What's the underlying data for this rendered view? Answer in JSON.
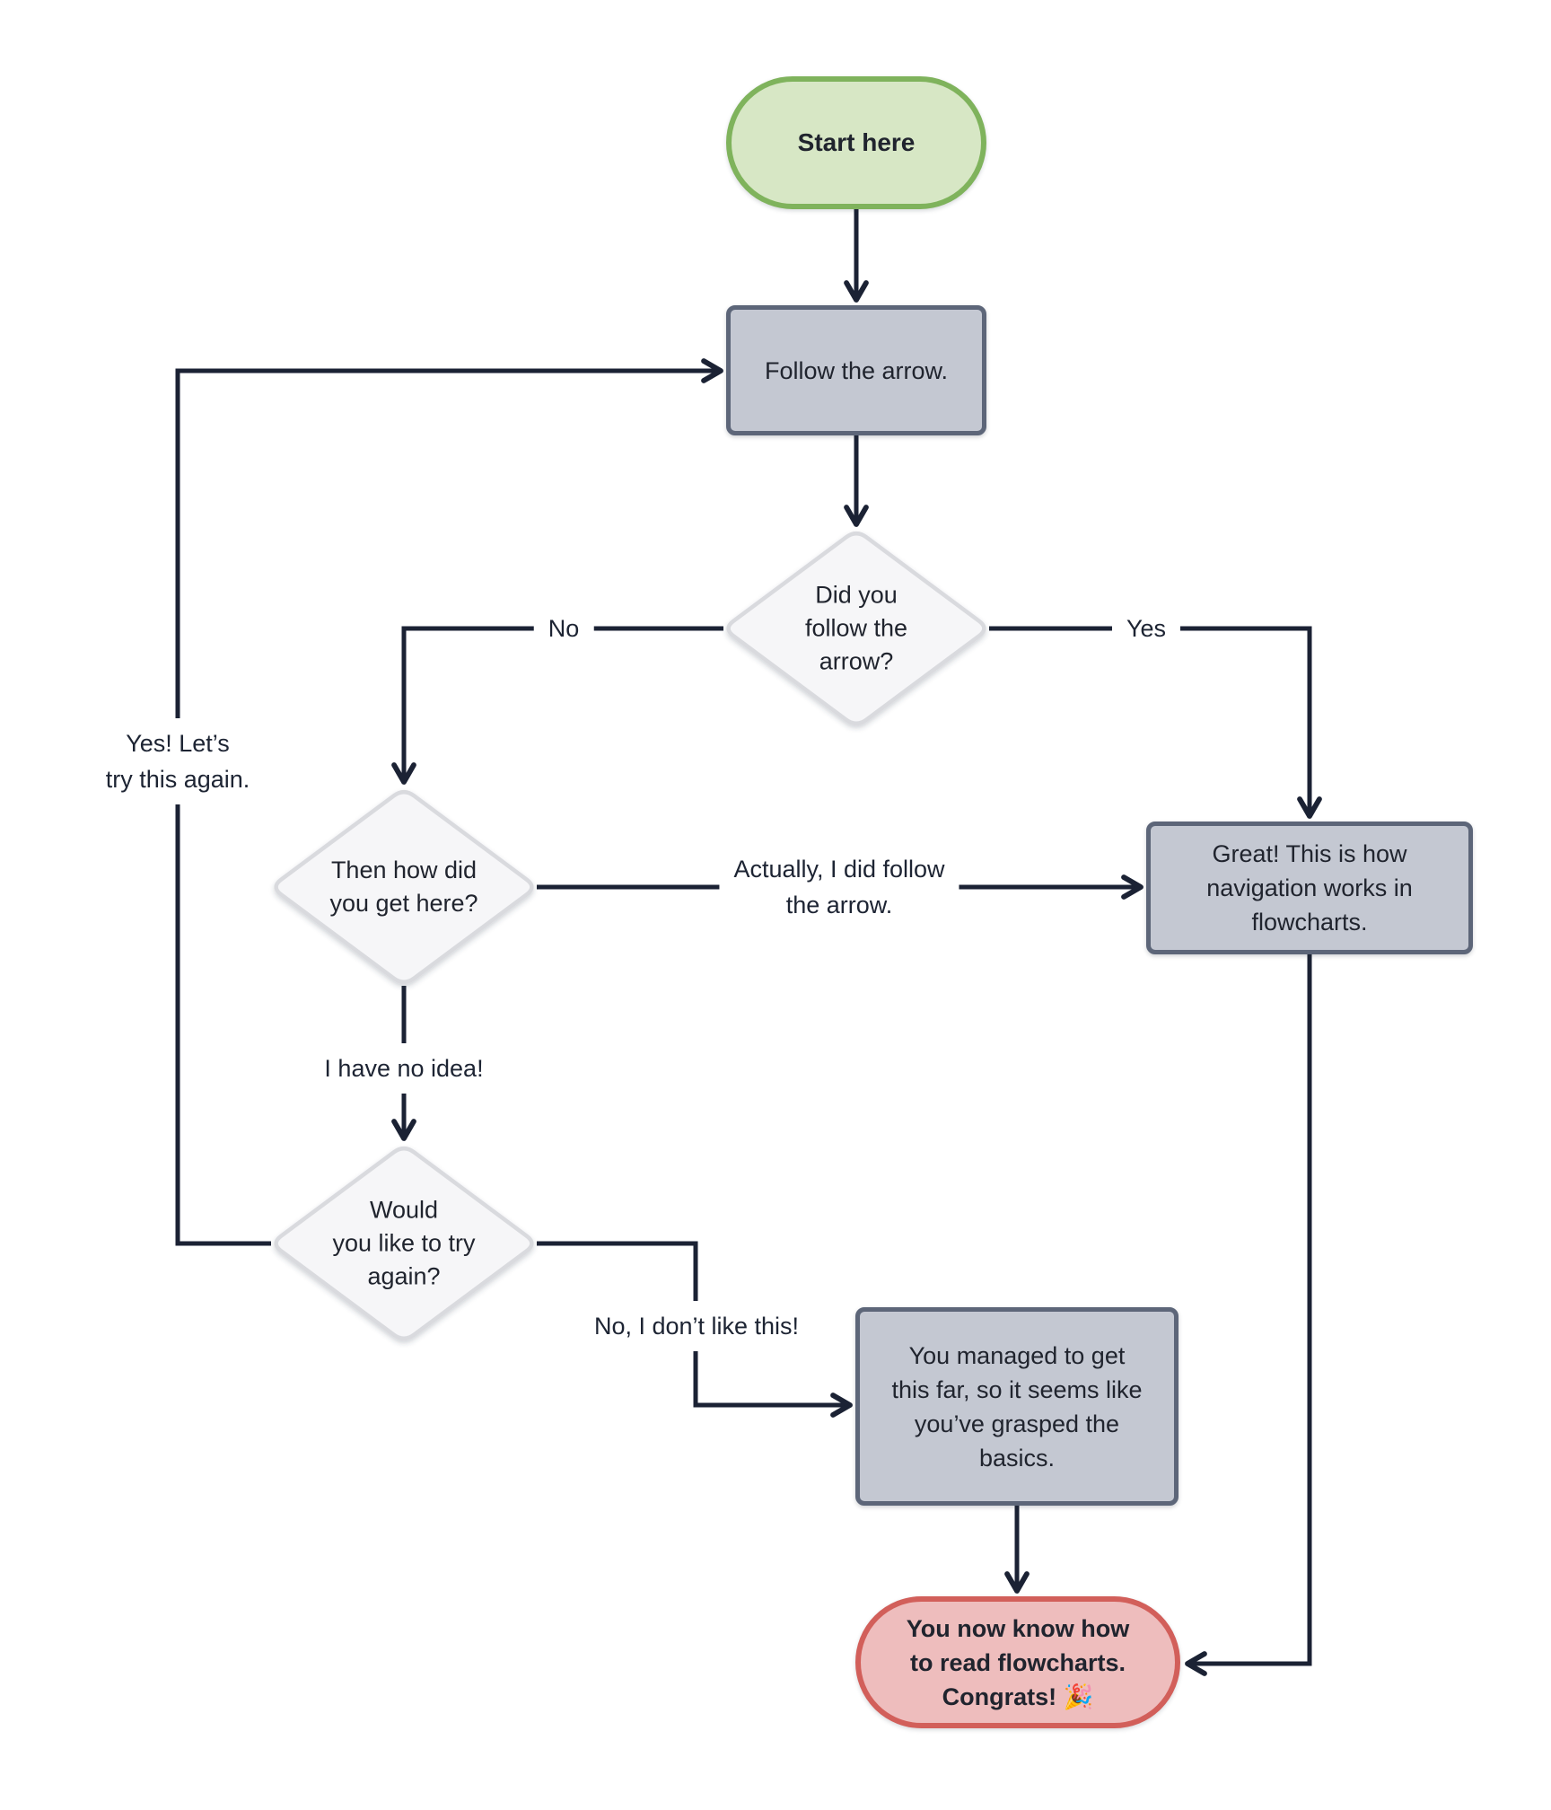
{
  "flowchart": {
    "nodes": {
      "start": {
        "type": "terminator",
        "label": "Start here"
      },
      "follow_arrow": {
        "type": "process",
        "label": "Follow the arrow."
      },
      "did_you_follow": {
        "type": "decision",
        "label": [
          "Did you",
          "follow the",
          "arrow?"
        ]
      },
      "then_how": {
        "type": "decision",
        "label": [
          "Then how did",
          "you get here?"
        ]
      },
      "great_navigation": {
        "type": "process",
        "label": [
          "Great! This is how",
          "navigation works in",
          "flowcharts."
        ]
      },
      "would_you_try": {
        "type": "decision",
        "label": [
          "Would",
          "you like to try",
          "again?"
        ]
      },
      "managed_basics": {
        "type": "process",
        "label": [
          "You managed to get",
          "this far, so it seems like",
          "you’ve grasped the",
          "basics."
        ]
      },
      "congrats": {
        "type": "terminator",
        "label": [
          "You now know how",
          "to read flowcharts.",
          "Congrats! 🎉"
        ]
      }
    },
    "edge_labels": {
      "no": "No",
      "yes": "Yes",
      "actually": [
        "Actually, I did follow",
        "the arrow."
      ],
      "no_idea": "I have no idea!",
      "try_again": [
        "Yes! Let’s",
        "try this again."
      ],
      "dont_like": "No, I don’t like this!"
    },
    "colors": {
      "background": "#ffffff",
      "connector": "#1b2234",
      "start_fill": "#d7e7c5",
      "start_border": "#7fb35c",
      "process_fill": "#c4c8d2",
      "process_border": "#5d6679",
      "decision_fill": "#f6f6f8",
      "decision_border": "#d9dade",
      "end_fill": "#eebdbd",
      "end_border": "#d25f5a",
      "text": "#20242e"
    }
  }
}
